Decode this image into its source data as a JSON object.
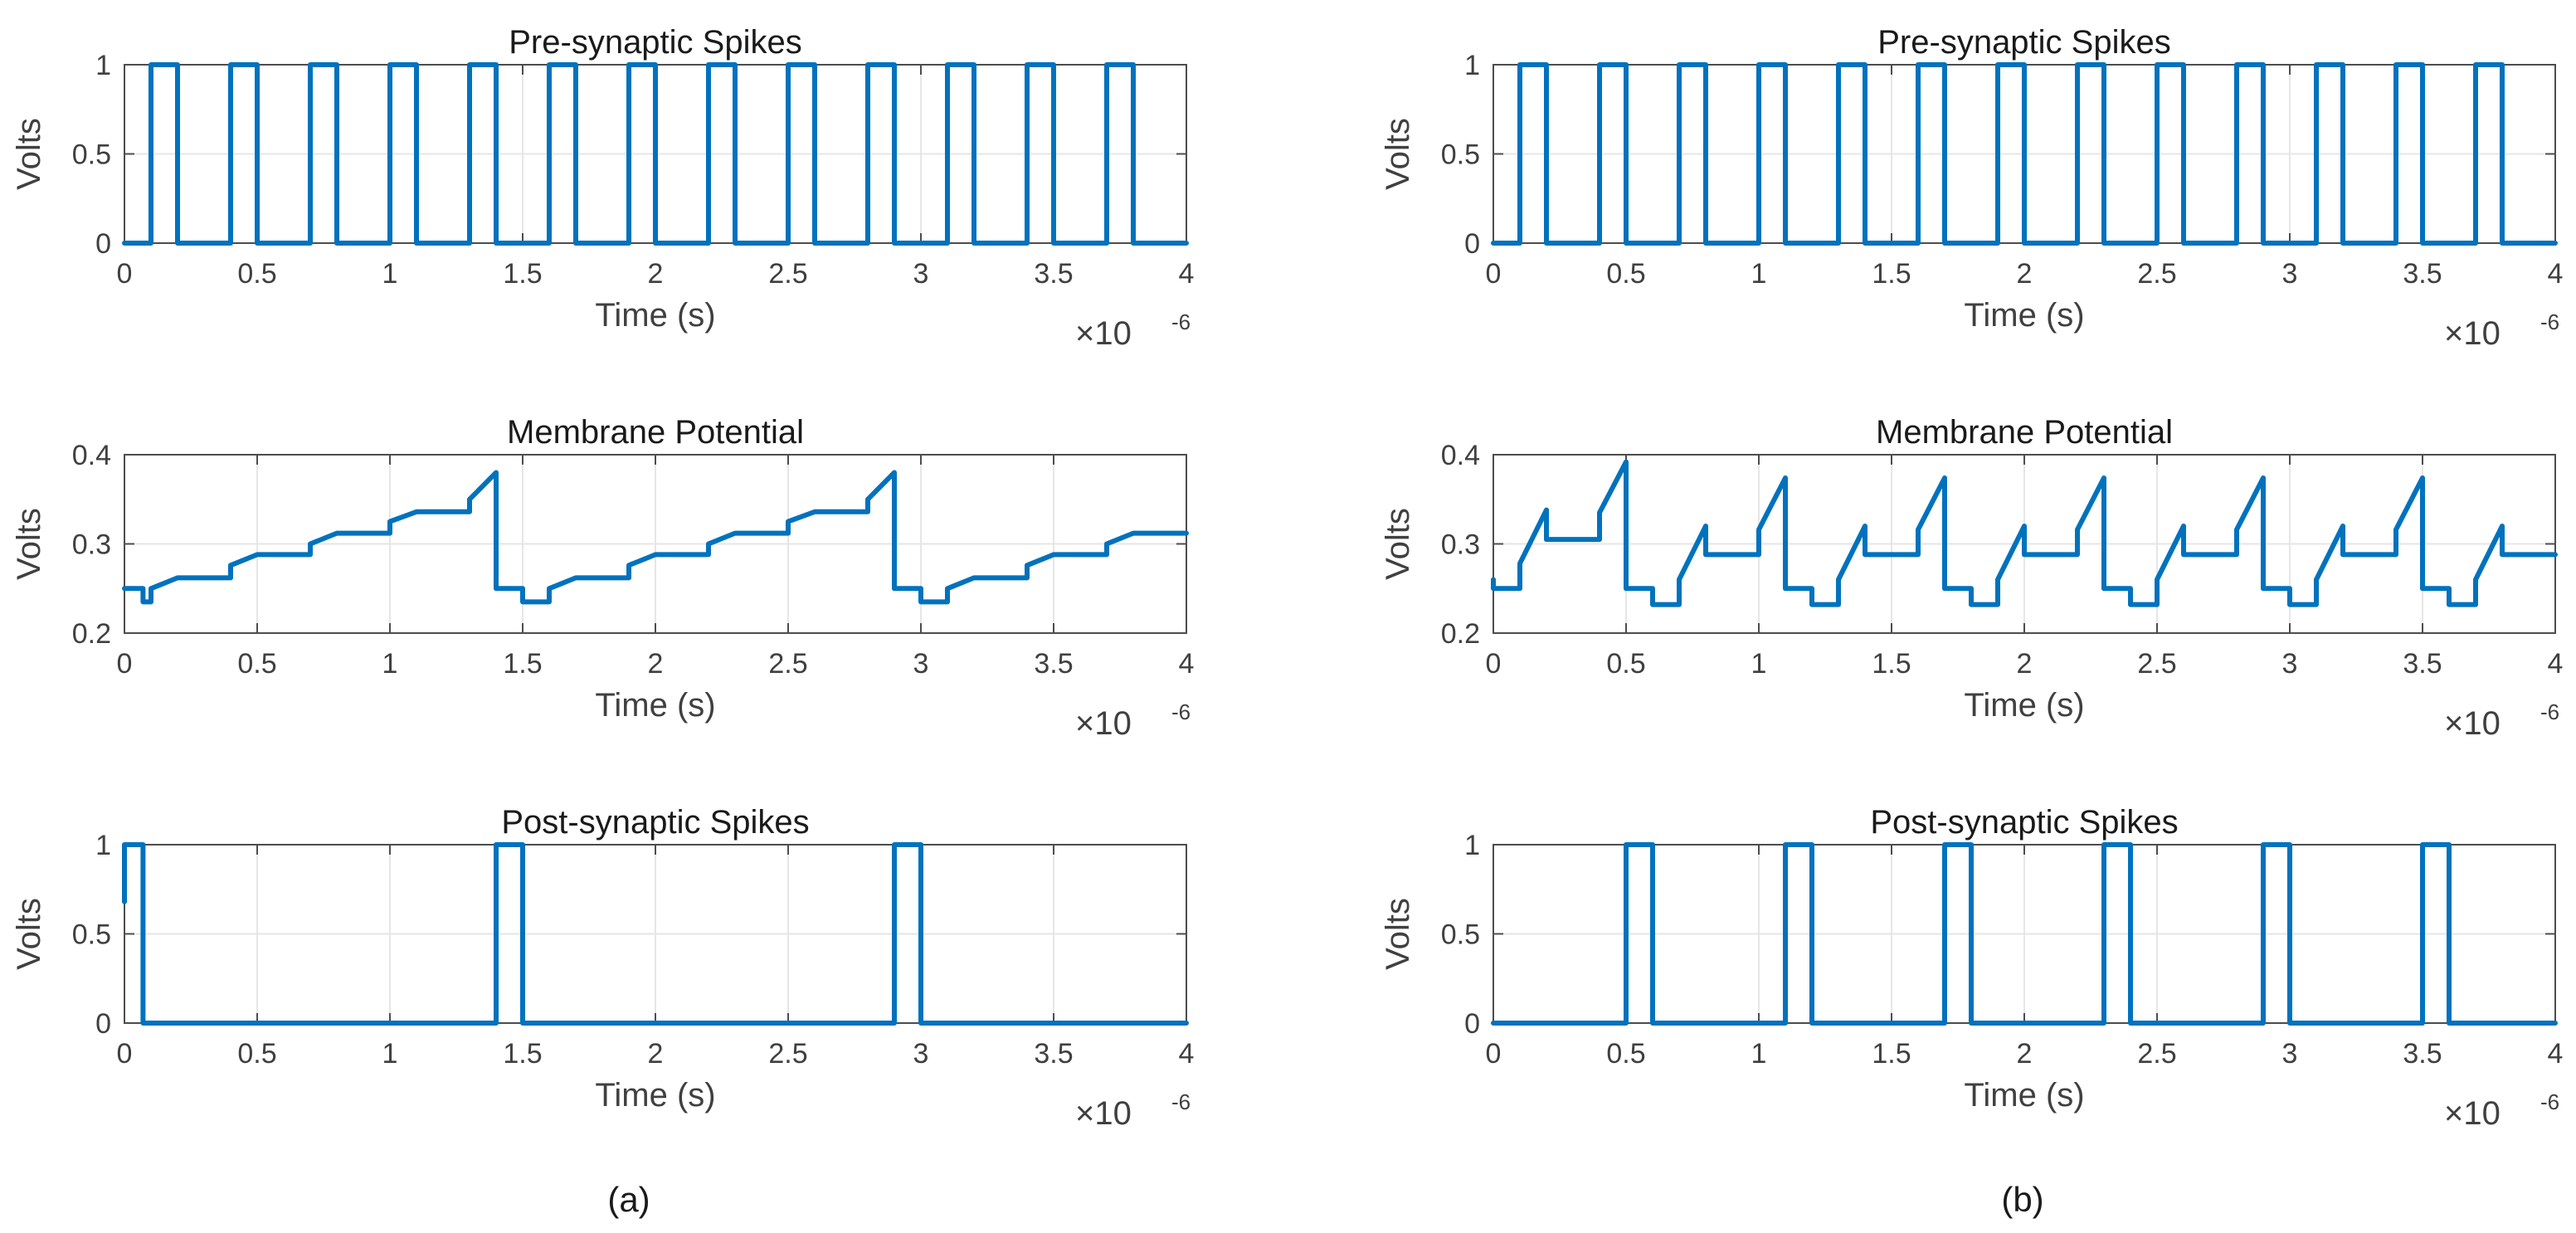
{
  "figure": {
    "captions": [
      "(a)",
      "(b)"
    ],
    "line_color": "#0072bd"
  },
  "chart_data": [
    {
      "type": "line",
      "title": "Pre-synaptic Spikes",
      "xlabel": "Time (s)",
      "ylabel": "Volts",
      "xlim": [
        0,
        4
      ],
      "ylim": [
        0,
        1
      ],
      "yticks": [
        0,
        0.5,
        1
      ],
      "xticks": [
        0,
        0.5,
        1,
        1.5,
        2,
        2.5,
        3,
        3.5,
        4
      ],
      "xticklabels": [
        "0",
        "0.5",
        "1",
        "1.5",
        "2",
        "2.5",
        "3",
        "3.5",
        "4"
      ],
      "yticklabels": [
        "0",
        "0.5",
        "1"
      ],
      "x_multiplier_base": "×10",
      "x_multiplier_exp": "-6",
      "grid": true,
      "legend": "none",
      "series": [
        {
          "x": [
            0,
            0.1,
            0.1,
            0.2,
            0.2,
            0.4,
            0.4,
            0.5,
            0.5,
            0.7,
            0.7,
            0.8,
            0.8,
            1.0,
            1.0,
            1.1,
            1.1,
            1.3,
            1.3,
            1.4,
            1.4,
            1.6,
            1.6,
            1.7,
            1.7,
            1.9,
            1.9,
            2.0,
            2.0,
            2.2,
            2.2,
            2.3,
            2.3,
            2.5,
            2.5,
            2.6,
            2.6,
            2.8,
            2.8,
            2.9,
            2.9,
            3.1,
            3.1,
            3.2,
            3.2,
            3.4,
            3.4,
            3.5,
            3.5,
            3.7,
            3.7,
            3.8,
            3.8,
            4.0
          ],
          "y": [
            0,
            0,
            1,
            1,
            0,
            0,
            1,
            1,
            0,
            0,
            1,
            1,
            0,
            0,
            1,
            1,
            0,
            0,
            1,
            1,
            0,
            0,
            1,
            1,
            0,
            0,
            1,
            1,
            0,
            0,
            1,
            1,
            0,
            0,
            1,
            1,
            0,
            0,
            1,
            1,
            0,
            0,
            1,
            1,
            0,
            0,
            1,
            1,
            0,
            0,
            1,
            1,
            0,
            0
          ]
        }
      ]
    },
    {
      "type": "line",
      "title": "Membrane Potential",
      "xlabel": "Time (s)",
      "ylabel": "Volts",
      "xlim": [
        0,
        4
      ],
      "ylim": [
        0.2,
        0.4
      ],
      "yticks": [
        0.2,
        0.3,
        0.4
      ],
      "xticks": [
        0,
        0.5,
        1,
        1.5,
        2,
        2.5,
        3,
        3.5,
        4
      ],
      "xticklabels": [
        "0",
        "0.5",
        "1",
        "1.5",
        "2",
        "2.5",
        "3",
        "3.5",
        "4"
      ],
      "yticklabels": [
        "0.2",
        "0.3",
        "0.4"
      ],
      "x_multiplier_base": "×10",
      "x_multiplier_exp": "-6",
      "grid": true,
      "legend": "none",
      "series": [
        {
          "x": [
            0,
            0.07,
            0.07,
            0.1,
            0.1,
            0.2,
            0.2,
            0.4,
            0.4,
            0.5,
            0.5,
            0.7,
            0.7,
            0.8,
            0.8,
            1.0,
            1.0,
            1.1,
            1.1,
            1.3,
            1.3,
            1.4,
            1.4,
            1.5,
            1.5,
            1.6,
            1.6,
            1.7,
            1.7,
            1.9,
            1.9,
            2.0,
            2.0,
            2.2,
            2.2,
            2.3,
            2.3,
            2.5,
            2.5,
            2.6,
            2.6,
            2.8,
            2.8,
            2.9,
            2.9,
            3.0,
            3.0,
            3.1,
            3.1,
            3.2,
            3.2,
            3.4,
            3.4,
            3.5,
            3.5,
            3.7,
            3.7,
            3.8,
            3.8,
            4.0
          ],
          "y": [
            0.25,
            0.25,
            0.235,
            0.235,
            0.25,
            0.262,
            0.262,
            0.262,
            0.276,
            0.288,
            0.288,
            0.288,
            0.3,
            0.312,
            0.312,
            0.312,
            0.325,
            0.336,
            0.336,
            0.336,
            0.35,
            0.38,
            0.25,
            0.25,
            0.235,
            0.235,
            0.25,
            0.262,
            0.262,
            0.262,
            0.276,
            0.288,
            0.288,
            0.288,
            0.3,
            0.312,
            0.312,
            0.312,
            0.325,
            0.336,
            0.336,
            0.336,
            0.35,
            0.38,
            0.25,
            0.25,
            0.235,
            0.235,
            0.25,
            0.262,
            0.262,
            0.262,
            0.276,
            0.288,
            0.288,
            0.288,
            0.3,
            0.312,
            0.312,
            0.312
          ]
        }
      ]
    },
    {
      "type": "line",
      "title": "Post-synaptic Spikes",
      "xlabel": "Time (s)",
      "ylabel": "Volts",
      "xlim": [
        0,
        4
      ],
      "ylim": [
        0,
        1
      ],
      "yticks": [
        0,
        0.5,
        1
      ],
      "xticks": [
        0,
        0.5,
        1,
        1.5,
        2,
        2.5,
        3,
        3.5,
        4
      ],
      "xticklabels": [
        "0",
        "0.5",
        "1",
        "1.5",
        "2",
        "2.5",
        "3",
        "3.5",
        "4"
      ],
      "yticklabels": [
        "0",
        "0.5",
        "1"
      ],
      "x_multiplier_base": "×10",
      "x_multiplier_exp": "-6",
      "grid": true,
      "legend": "none",
      "series": [
        {
          "x": [
            0,
            0,
            0.07,
            0.07,
            1.4,
            1.4,
            1.5,
            1.5,
            2.9,
            2.9,
            3.0,
            3.0,
            4.0
          ],
          "y": [
            0.68,
            1,
            1,
            0,
            0,
            1,
            1,
            0,
            0,
            1,
            1,
            0,
            0
          ]
        }
      ]
    },
    {
      "type": "line",
      "title": "Pre-synaptic Spikes",
      "xlabel": "Time (s)",
      "ylabel": "Volts",
      "xlim": [
        0,
        4
      ],
      "ylim": [
        0,
        1
      ],
      "yticks": [
        0,
        0.5,
        1
      ],
      "xticks": [
        0,
        0.5,
        1,
        1.5,
        2,
        2.5,
        3,
        3.5,
        4
      ],
      "xticklabels": [
        "0",
        "0.5",
        "1",
        "1.5",
        "2",
        "2.5",
        "3",
        "3.5",
        "4"
      ],
      "yticklabels": [
        "0",
        "0.5",
        "1"
      ],
      "x_multiplier_base": "×10",
      "x_multiplier_exp": "-6",
      "grid": true,
      "legend": "none",
      "series": [
        {
          "x": [
            0,
            0.1,
            0.1,
            0.2,
            0.2,
            0.4,
            0.4,
            0.5,
            0.5,
            0.7,
            0.7,
            0.8,
            0.8,
            1.0,
            1.0,
            1.1,
            1.1,
            1.3,
            1.3,
            1.4,
            1.4,
            1.6,
            1.6,
            1.7,
            1.7,
            1.9,
            1.9,
            2.0,
            2.0,
            2.2,
            2.2,
            2.3,
            2.3,
            2.5,
            2.5,
            2.6,
            2.6,
            2.8,
            2.8,
            2.9,
            2.9,
            3.1,
            3.1,
            3.2,
            3.2,
            3.4,
            3.4,
            3.5,
            3.5,
            3.7,
            3.7,
            3.8,
            3.8,
            4.0
          ],
          "y": [
            0,
            0,
            1,
            1,
            0,
            0,
            1,
            1,
            0,
            0,
            1,
            1,
            0,
            0,
            1,
            1,
            0,
            0,
            1,
            1,
            0,
            0,
            1,
            1,
            0,
            0,
            1,
            1,
            0,
            0,
            1,
            1,
            0,
            0,
            1,
            1,
            0,
            0,
            1,
            1,
            0,
            0,
            1,
            1,
            0,
            0,
            1,
            1,
            0,
            0,
            1,
            1,
            0,
            0
          ]
        }
      ]
    },
    {
      "type": "line",
      "title": "Membrane Potential",
      "xlabel": "Time (s)",
      "ylabel": "Volts",
      "xlim": [
        0,
        4
      ],
      "ylim": [
        0.2,
        0.4
      ],
      "yticks": [
        0.2,
        0.3,
        0.4
      ],
      "xticks": [
        0,
        0.5,
        1,
        1.5,
        2,
        2.5,
        3,
        3.5,
        4
      ],
      "xticklabels": [
        "0",
        "0.5",
        "1",
        "1.5",
        "2",
        "2.5",
        "3",
        "3.5",
        "4"
      ],
      "yticklabels": [
        "0.2",
        "0.3",
        "0.4"
      ],
      "x_multiplier_base": "×10",
      "x_multiplier_exp": "-6",
      "grid": true,
      "legend": "none",
      "series": [
        {
          "x": [
            0,
            0,
            0.1,
            0.1,
            0.2,
            0.2,
            0.4,
            0.4,
            0.5,
            0.5,
            0.6,
            0.6,
            0.7,
            0.7,
            0.8,
            0.8,
            1.0,
            1.0,
            1.1,
            1.1,
            1.2,
            1.2,
            1.3,
            1.3,
            1.4,
            1.4,
            1.6,
            1.6,
            1.7,
            1.7,
            1.8,
            1.8,
            1.9,
            1.9,
            2.0,
            2.0,
            2.2,
            2.2,
            2.3,
            2.3,
            2.4,
            2.4,
            2.5,
            2.5,
            2.6,
            2.6,
            2.8,
            2.8,
            2.9,
            2.9,
            3.0,
            3.0,
            3.1,
            3.1,
            3.2,
            3.2,
            3.4,
            3.4,
            3.5,
            3.5,
            3.6,
            3.6,
            3.7,
            3.7,
            3.8,
            3.8,
            4.0
          ],
          "y": [
            0.26,
            0.25,
            0.25,
            0.278,
            0.338,
            0.305,
            0.305,
            0.335,
            0.392,
            0.25,
            0.25,
            0.232,
            0.232,
            0.26,
            0.32,
            0.288,
            0.288,
            0.316,
            0.374,
            0.25,
            0.25,
            0.232,
            0.232,
            0.26,
            0.32,
            0.288,
            0.288,
            0.316,
            0.374,
            0.25,
            0.25,
            0.232,
            0.232,
            0.26,
            0.32,
            0.288,
            0.288,
            0.316,
            0.374,
            0.25,
            0.25,
            0.232,
            0.232,
            0.26,
            0.32,
            0.288,
            0.288,
            0.316,
            0.374,
            0.25,
            0.25,
            0.232,
            0.232,
            0.26,
            0.32,
            0.288,
            0.288,
            0.316,
            0.374,
            0.25,
            0.25,
            0.232,
            0.232,
            0.26,
            0.32,
            0.288,
            0.288
          ]
        }
      ]
    },
    {
      "type": "line",
      "title": "Post-synaptic Spikes",
      "xlabel": "Time (s)",
      "ylabel": "Volts",
      "xlim": [
        0,
        4
      ],
      "ylim": [
        0,
        1
      ],
      "yticks": [
        0,
        0.5,
        1
      ],
      "xticks": [
        0,
        0.5,
        1,
        1.5,
        2,
        2.5,
        3,
        3.5,
        4
      ],
      "xticklabels": [
        "0",
        "0.5",
        "1",
        "1.5",
        "2",
        "2.5",
        "3",
        "3.5",
        "4"
      ],
      "yticklabels": [
        "0",
        "0.5",
        "1"
      ],
      "x_multiplier_base": "×10",
      "x_multiplier_exp": "-6",
      "grid": true,
      "legend": "none",
      "series": [
        {
          "x": [
            0,
            0.5,
            0.5,
            0.6,
            0.6,
            1.1,
            1.1,
            1.2,
            1.2,
            1.7,
            1.7,
            1.8,
            1.8,
            2.3,
            2.3,
            2.4,
            2.4,
            2.9,
            2.9,
            3.0,
            3.0,
            3.5,
            3.5,
            3.6,
            3.6,
            4.0
          ],
          "y": [
            0,
            0,
            1,
            1,
            0,
            0,
            1,
            1,
            0,
            0,
            1,
            1,
            0,
            0,
            1,
            1,
            0,
            0,
            1,
            1,
            0,
            0,
            1,
            1,
            0,
            0
          ]
        }
      ]
    }
  ]
}
